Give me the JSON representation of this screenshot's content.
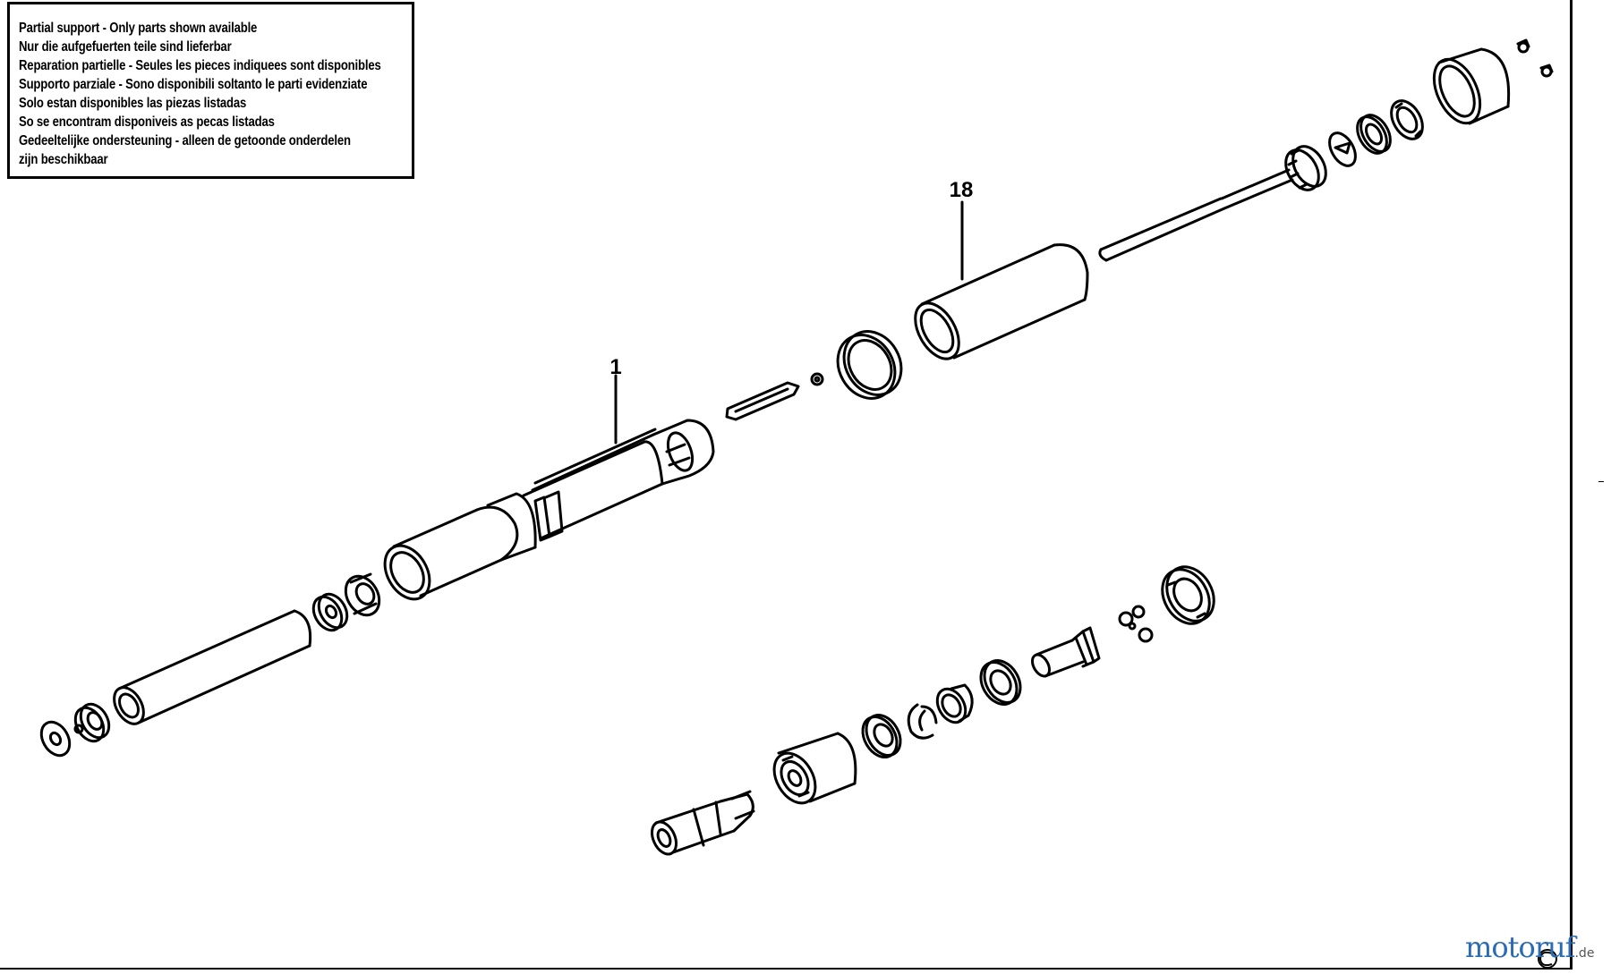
{
  "notice": {
    "lines": [
      "Partial support - Only parts shown available",
      "Nur die aufgefuerten teile sind lieferbar",
      "Reparation partielle - Seules les pieces indiquees sont disponibles",
      "Supporto parziale - Sono disponibili soltanto le parti evidenziate",
      "Solo estan disponibles las piezas listadas",
      "So se encontram disponiveis as pecas listadas",
      "Gedeeltelijke ondersteuning - alleen de getoonde onderdelen",
      "zijn beschikbaar"
    ]
  },
  "callouts": {
    "part_1": "1",
    "part_18": "18"
  },
  "watermark": {
    "brand": "motoruf",
    "suffix": ".de"
  },
  "colors": {
    "line": "#000000",
    "background": "#ffffff",
    "watermark": "#2a6bb3"
  }
}
